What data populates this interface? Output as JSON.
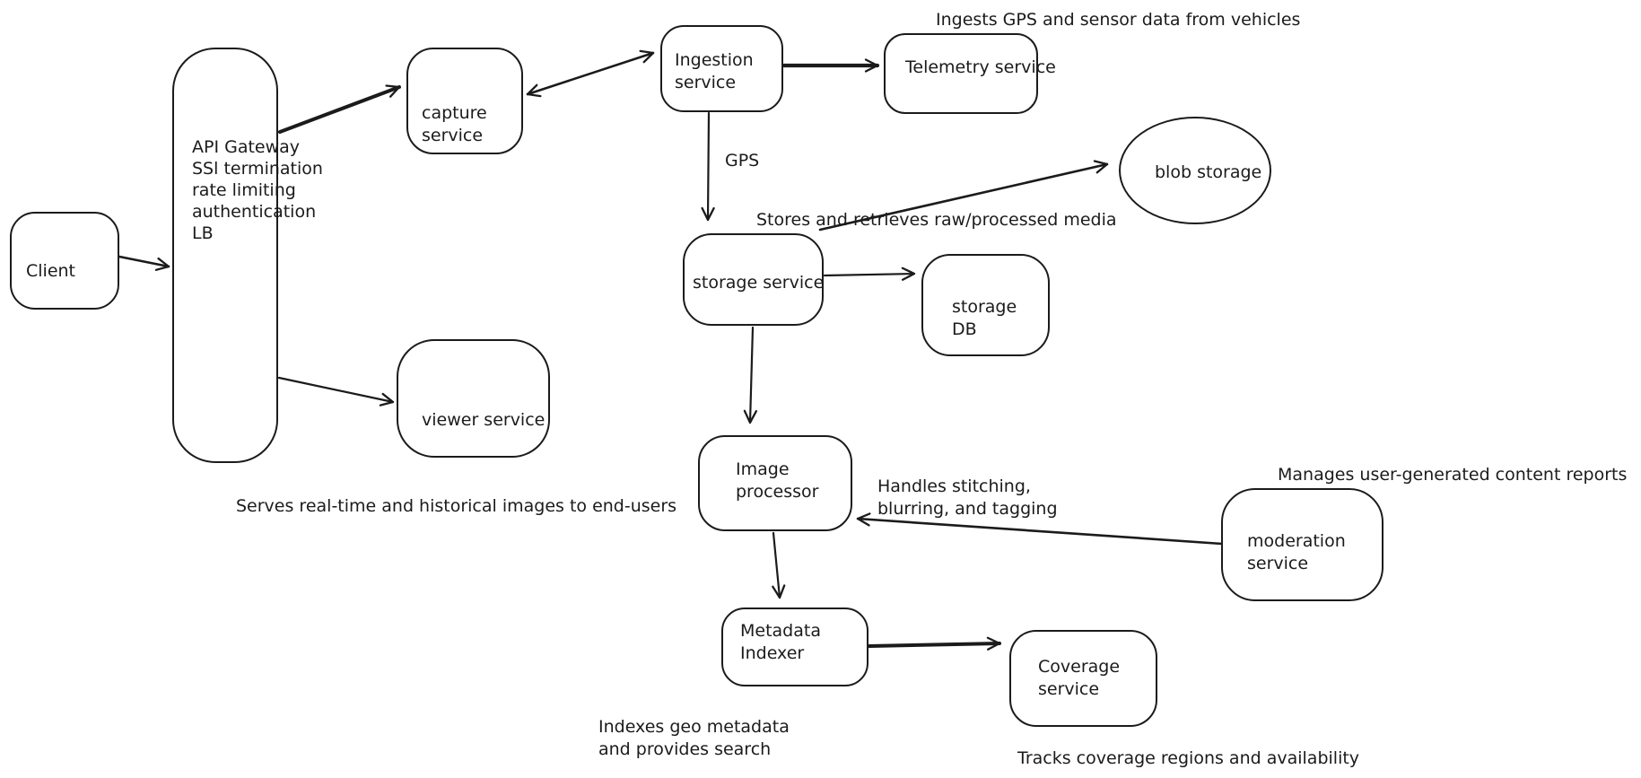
{
  "diagram": {
    "stroke_color": "#1b1b1b",
    "background_color": "#ffffff"
  },
  "nodes": {
    "client": {
      "label": "Client"
    },
    "api_gateway": {
      "lines": [
        "API Gateway",
        "SSl termination",
        "rate limiting",
        "authentication",
        "LB"
      ]
    },
    "capture_service": {
      "lines": [
        "capture",
        "service"
      ]
    },
    "ingestion_service": {
      "lines": [
        "Ingestion",
        "service"
      ]
    },
    "telemetry_service": {
      "label": "Telemetry service"
    },
    "blob_storage": {
      "label": "blob storage"
    },
    "storage_service": {
      "label": "storage service"
    },
    "storage_db": {
      "lines": [
        "storage",
        "DB"
      ]
    },
    "viewer_service": {
      "label": "viewer service"
    },
    "image_processor": {
      "lines": [
        "Image",
        "processor"
      ]
    },
    "moderation_service": {
      "lines": [
        "moderation",
        "service"
      ]
    },
    "metadata_indexer": {
      "lines": [
        "Metadata",
        "Indexer"
      ]
    },
    "coverage_service": {
      "lines": [
        "Coverage",
        "service"
      ]
    }
  },
  "edge_labels": {
    "gps": "GPS"
  },
  "annotations": {
    "ingests": "Ingests GPS and sensor data from vehicles",
    "stores": "Stores and retrieves raw/processed media",
    "serves": "Serves real-time and historical images to end-users",
    "handles_line1": "Handles stitching,",
    "handles_line2": "blurring, and tagging",
    "manages": "Manages user-generated content reports",
    "indexes_line1": "Indexes geo metadata",
    "indexes_line2": "and provides search",
    "tracks": "Tracks coverage regions and availability"
  }
}
